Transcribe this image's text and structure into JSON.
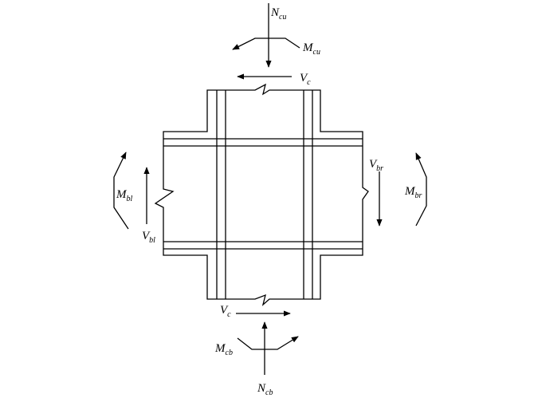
{
  "labels": {
    "n_cu": {
      "main": "N",
      "sub": "cu"
    },
    "m_cu": {
      "main": "M",
      "sub": "cu"
    },
    "v_c_top": {
      "main": "V",
      "sub": "c"
    },
    "v_br": {
      "main": "V",
      "sub": "br"
    },
    "m_br": {
      "main": "M",
      "sub": "br"
    },
    "m_bl": {
      "main": "M",
      "sub": "bl"
    },
    "v_bl": {
      "main": "V",
      "sub": "bl"
    },
    "v_c_bottom": {
      "main": "V",
      "sub": "c"
    },
    "m_cb": {
      "main": "M",
      "sub": "cb"
    },
    "n_cb": {
      "main": "N",
      "sub": "cb"
    }
  },
  "colors": {
    "stroke": "#000000",
    "background": "#ffffff"
  }
}
